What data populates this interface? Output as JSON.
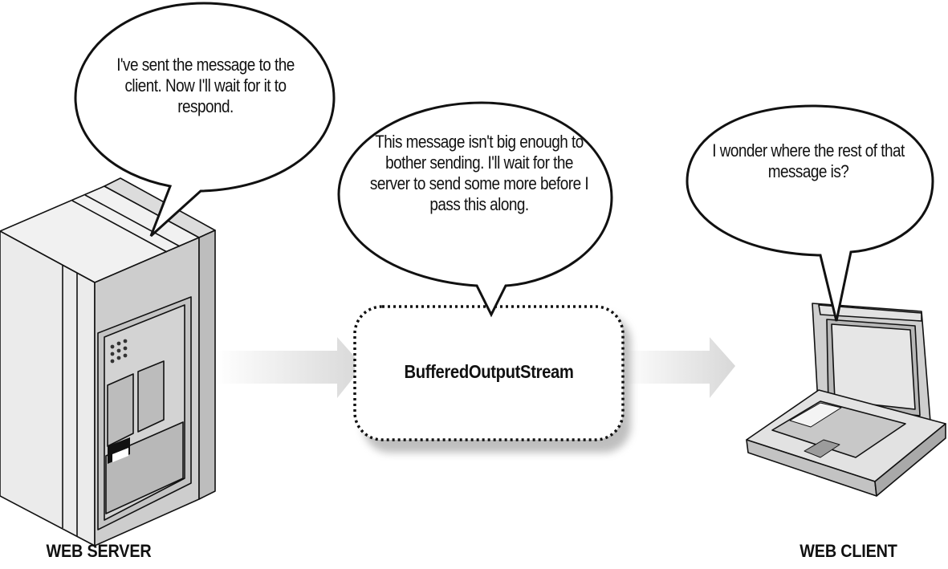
{
  "server": {
    "label": "WEB SERVER",
    "thought": "I've sent the message to the client. Now I'll wait for it to respond."
  },
  "buffer": {
    "label": "BufferedOutputStream",
    "thought": "This message isn't big enough to bother sending. I'll wait for the server to send some more before I pass this along."
  },
  "client": {
    "label": "WEB CLIENT",
    "thought": "I wonder where the rest of that message is?"
  },
  "colors": {
    "line": "#111111",
    "device_light": "#e4e4e4",
    "device_mid": "#c8c8c8",
    "device_dark": "#9a9a9a",
    "arrow": "#e0e0e0"
  }
}
